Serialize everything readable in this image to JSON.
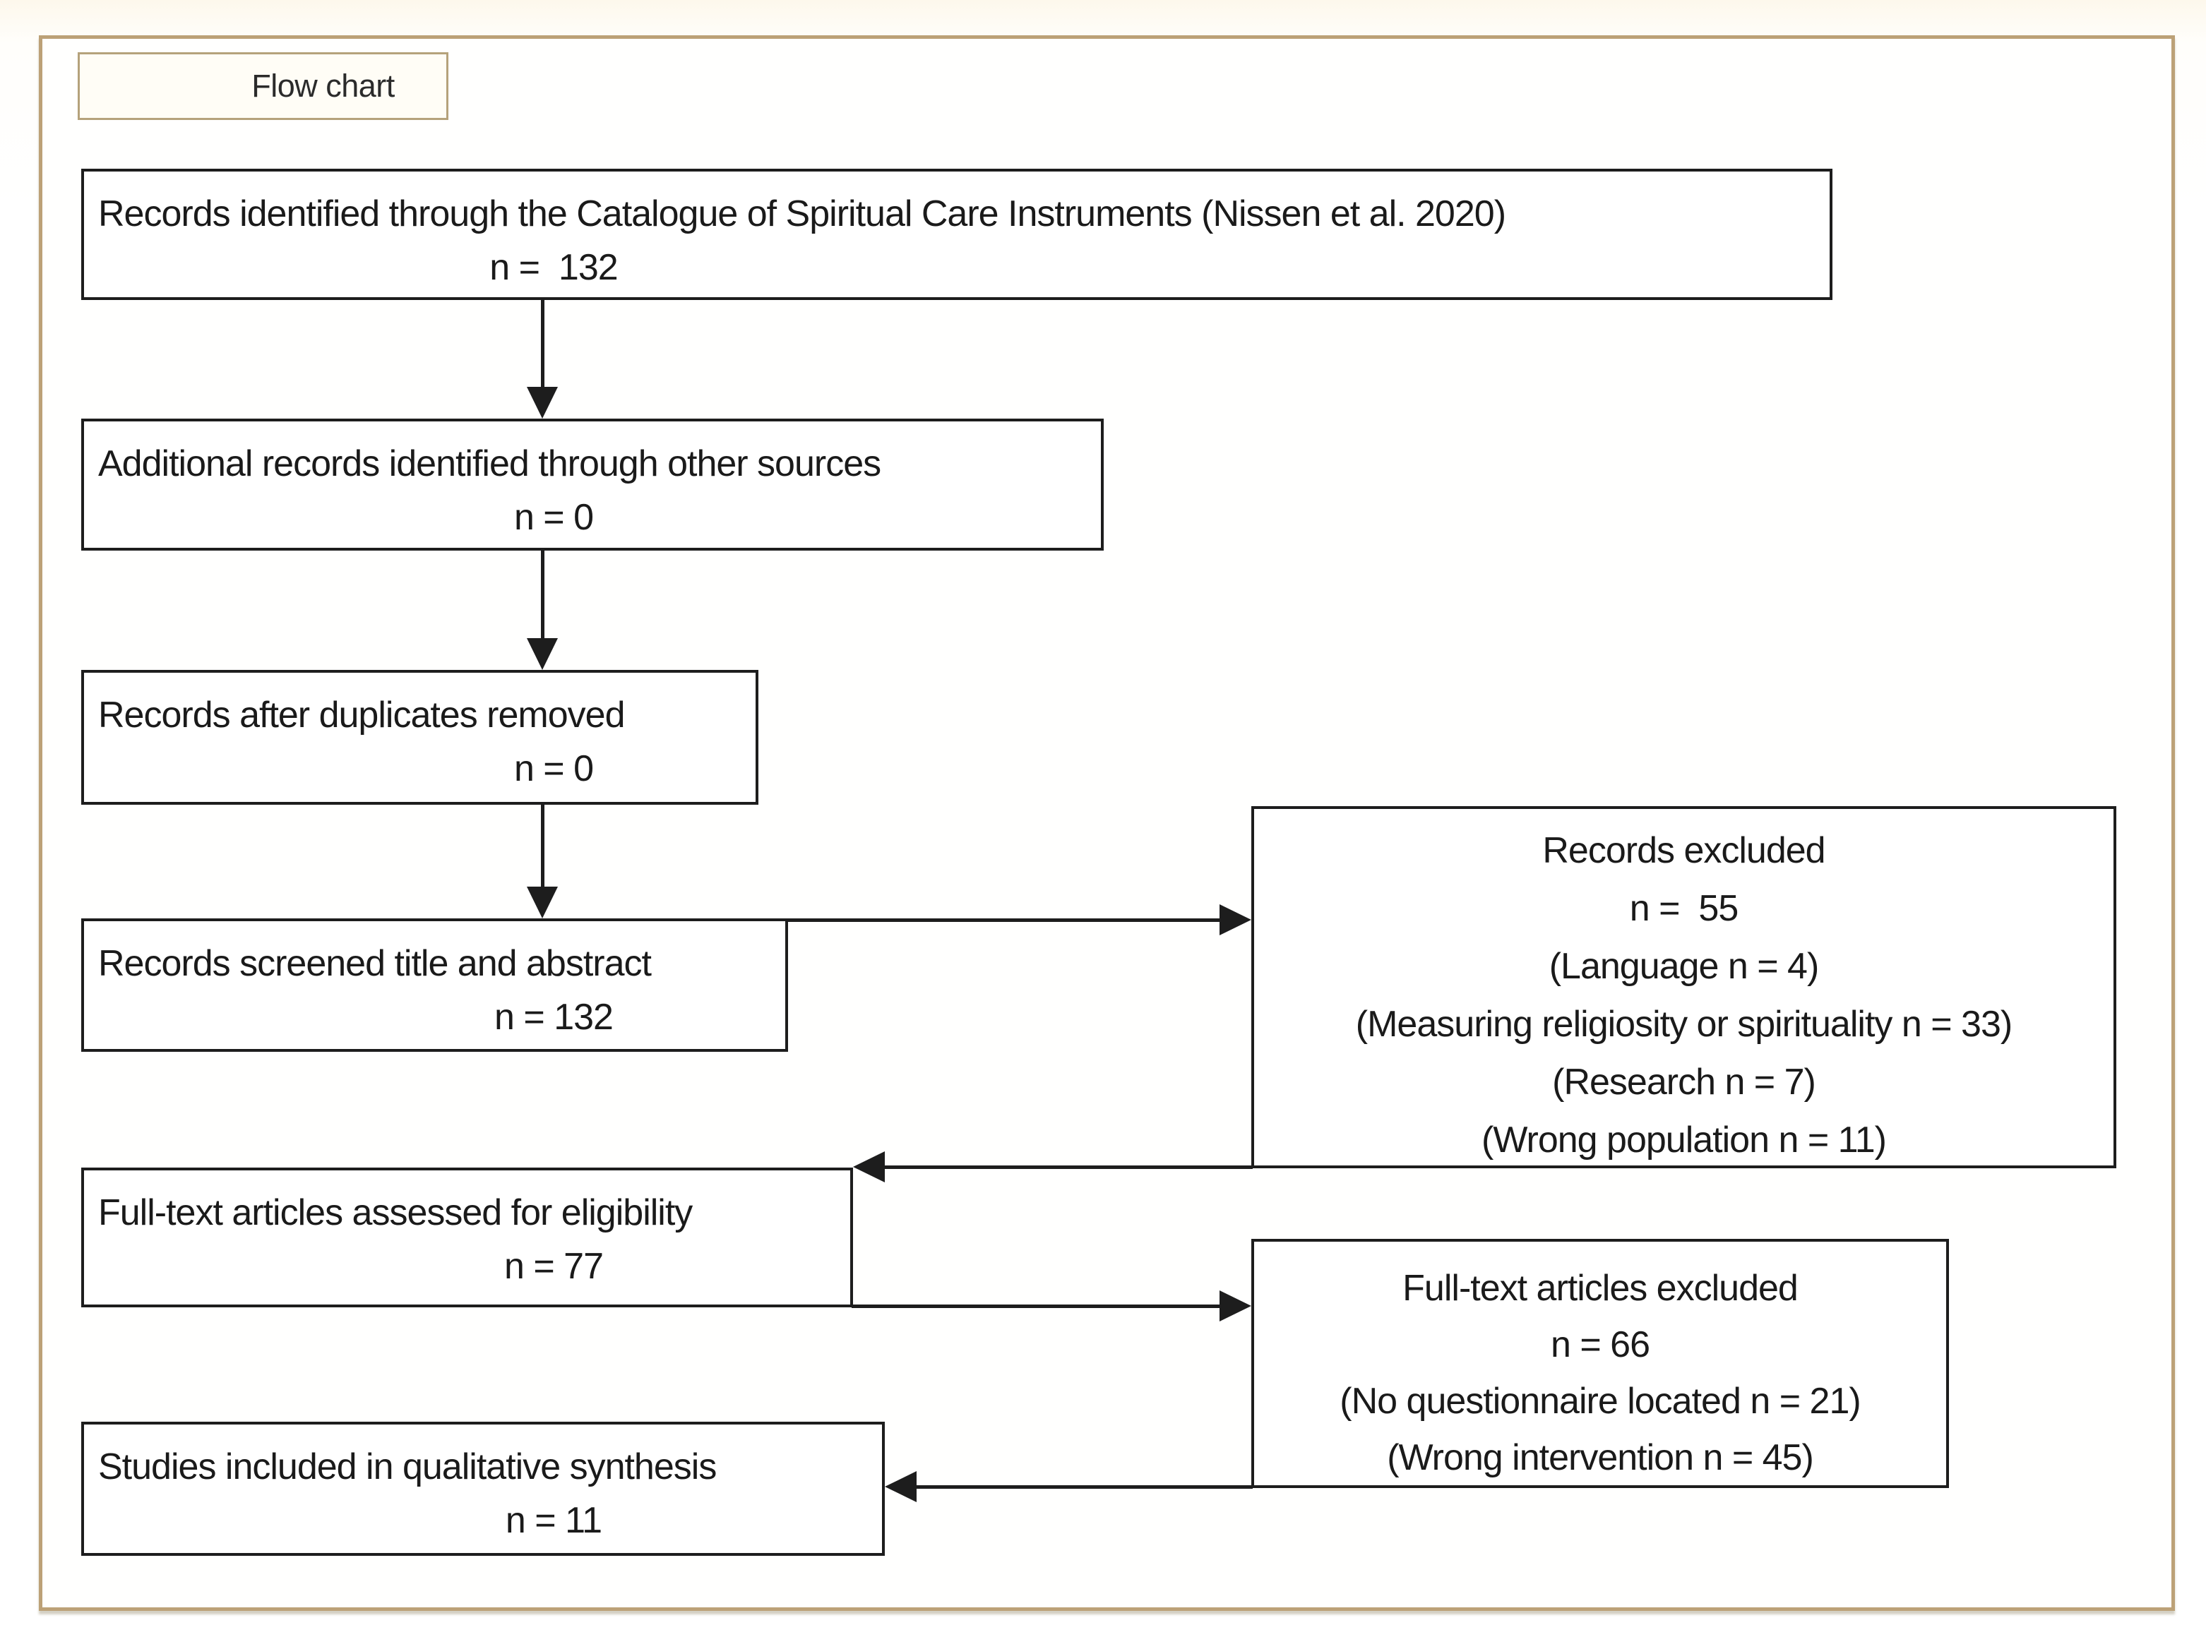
{
  "figure_label": {
    "text": "Flow chart"
  },
  "boxes": {
    "identified": {
      "title": "Records identified through the Catalogue of Spiritual Care Instruments (Nissen et al. 2020)",
      "count": "n =  132"
    },
    "additional": {
      "title": "Additional records identified through other sources",
      "count": "n = 0"
    },
    "deduplicated": {
      "title": "Records after duplicates removed",
      "count": "n = 0"
    },
    "screened": {
      "title": "Records screened title and abstract",
      "count": "n = 132"
    },
    "records_excluded": {
      "lines": [
        "Records excluded",
        "n =  55",
        "(Language n = 4)",
        "(Measuring religiosity or spirituality n = 33)",
        "(Research n = 7)",
        "(Wrong population n = 11)"
      ]
    },
    "fulltext_assessed": {
      "title": "Full-text articles assessed for eligibility",
      "count": "n = 77"
    },
    "fulltext_excluded": {
      "lines": [
        "Full-text articles excluded",
        "n = 66",
        "(No questionnaire located n = 21)",
        "(Wrong intervention n = 45)"
      ]
    },
    "included": {
      "title": "Studies included in qualitative synthesis",
      "count": "n = 11"
    }
  },
  "arrows": [
    {
      "from": "identified",
      "to": "additional",
      "direction": "down"
    },
    {
      "from": "additional",
      "to": "deduplicated",
      "direction": "down"
    },
    {
      "from": "deduplicated",
      "to": "screened",
      "direction": "down"
    },
    {
      "from": "screened",
      "to": "records_excluded",
      "direction": "right"
    },
    {
      "from": "records_excluded",
      "to": "fulltext_assessed",
      "direction": "left"
    },
    {
      "from": "fulltext_assessed",
      "to": "fulltext_excluded",
      "direction": "right"
    },
    {
      "from": "fulltext_excluded",
      "to": "included",
      "direction": "left"
    }
  ],
  "colors": {
    "frame_border": "#bca177",
    "label_border": "#b5a27b",
    "box_border": "#1d1d1d",
    "text": "#1a1a1a",
    "background": "#fffefb"
  }
}
